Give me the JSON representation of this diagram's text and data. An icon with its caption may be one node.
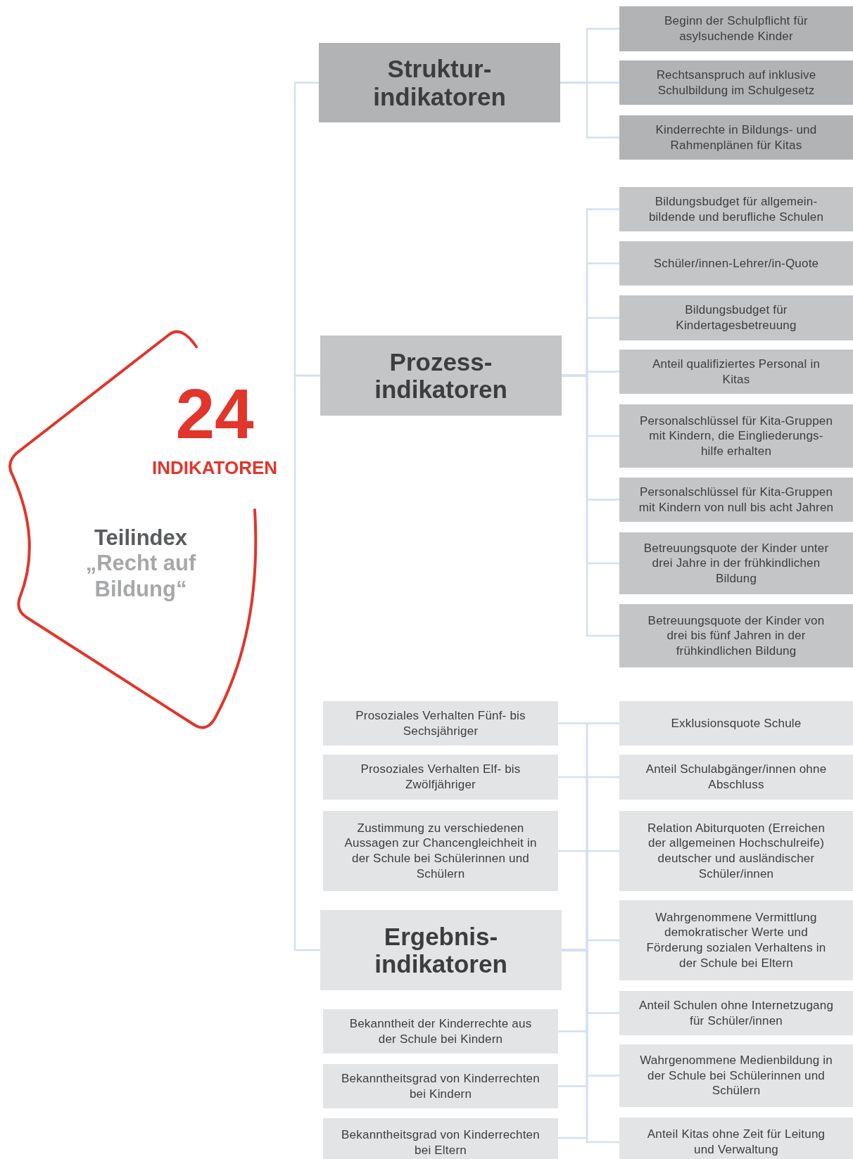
{
  "diagram": {
    "nodes": [
      {
        "text": [
          "24",
          "INDIKATOREN",
          "Teilindex",
          "„Recht auf Bildung“"
        ]
      },
      {
        "text": [
          "Struktur- indikatoren"
        ]
      },
      {
        "text": [
          "Beginn der Schulpflicht für asylsuchende Kinder"
        ]
      },
      {
        "text": [
          "Rechtsanspruch auf inklusive Schulbildung im Schulgesetz"
        ]
      },
      {
        "text": [
          "Kinderrechte in Bildungs- und Rahmenplänen für Kitas"
        ]
      },
      {
        "text": [
          "Prozess- indikatoren"
        ]
      },
      {
        "text": [
          "Bildungsbudget für allgemein- bildende und berufliche Schulen"
        ]
      },
      {
        "text": [
          "Schüler/innen-Lehrer/in-Quote"
        ]
      },
      {
        "text": [
          "Bildungsbudget für Kindertagesbetreuung"
        ]
      },
      {
        "text": [
          "Anteil qualifiziertes Personal in Kitas"
        ]
      },
      {
        "text": [
          "Personalschlüssel für Kita-Gruppen mit Kindern, die Eingliederungs- hilfe erhalten"
        ]
      },
      {
        "text": [
          "Personalschlüssel für Kita-Gruppen mit Kindern von null bis acht Jahren"
        ]
      },
      {
        "text": [
          "Betreuungsquote der Kinder unter drei Jahre in der frühkindlichen Bildung"
        ]
      },
      {
        "text": [
          "Betreuungsquote der Kinder von drei bis fünf Jahren in der frühkindlichen Bildung"
        ]
      },
      {
        "text": [
          "Ergebnis- indikatoren"
        ]
      },
      {
        "text": [
          "Prosoziales Verhalten Fünf- bis Sechsjähriger"
        ]
      },
      {
        "text": [
          "Prosoziales Verhalten Elf- bis Zwölfjähriger"
        ]
      },
      {
        "text": [
          "Zustimmung zu verschiedenen Aussagen zur Chancengleichheit in der Schule bei Schülerinnen und Schülern"
        ]
      },
      {
        "text": [
          "Bekanntheit der Kinderrechte aus der Schule bei Kindern"
        ]
      },
      {
        "text": [
          "Bekanntheitsgrad von Kinderrechten bei Kindern"
        ]
      },
      {
        "text": [
          "Bekanntheitsgrad von Kinderrechten bei Eltern"
        ]
      },
      {
        "text": [
          "Exklusionsquote Schule"
        ]
      },
      {
        "text": [
          "Anteil Schulabgänger/innen ohne Abschluss"
        ]
      },
      {
        "text": [
          "Relation Abiturquoten (Erreichen der allgemeinen Hochschulreife) deutscher und ausländischer Schüler/innen"
        ]
      },
      {
        "text": [
          "Wahrgenommene Vermittlung demokratischer Werte und Förderung sozialen Verhaltens in der Schule bei Eltern"
        ]
      },
      {
        "text": [
          "Anteil Schulen ohne Internetzugang für Schüler/innen"
        ]
      },
      {
        "text": [
          "Wahrgenommene Medienbildung in der Schule bei Schülerinnen und Schülern"
        ]
      },
      {
        "text": [
          "Anteil Kitas ohne Zeit für Leitung und Verwaltung"
        ]
      }
    ],
    "edges": [
      {
        "from": 1,
        "to": 5,
        "arrow": "none"
      },
      {
        "from": 5,
        "to": 14,
        "arrow": "none"
      },
      {
        "from": 1,
        "to": 2,
        "arrow": "none"
      },
      {
        "from": 1,
        "to": 3,
        "arrow": "none"
      },
      {
        "from": 1,
        "to": 4,
        "arrow": "none"
      },
      {
        "from": 5,
        "to": 6,
        "arrow": "none"
      },
      {
        "from": 5,
        "to": 7,
        "arrow": "none"
      },
      {
        "from": 5,
        "to": 8,
        "arrow": "none"
      },
      {
        "from": 5,
        "to": 9,
        "arrow": "none"
      },
      {
        "from": 5,
        "to": 10,
        "arrow": "none"
      },
      {
        "from": 5,
        "to": 11,
        "arrow": "none"
      },
      {
        "from": 5,
        "to": 12,
        "arrow": "none"
      },
      {
        "from": 5,
        "to": 13,
        "arrow": "none"
      },
      {
        "from": 14,
        "to": 15,
        "arrow": "none"
      },
      {
        "from": 14,
        "to": 16,
        "arrow": "none"
      },
      {
        "from": 14,
        "to": 17,
        "arrow": "none"
      },
      {
        "from": 14,
        "to": 18,
        "arrow": "none"
      },
      {
        "from": 14,
        "to": 19,
        "arrow": "none"
      },
      {
        "from": 14,
        "to": 20,
        "arrow": "none"
      },
      {
        "from": 14,
        "to": 21,
        "arrow": "none"
      },
      {
        "from": 14,
        "to": 22,
        "arrow": "none"
      },
      {
        "from": 14,
        "to": 23,
        "arrow": "none"
      },
      {
        "from": 14,
        "to": 24,
        "arrow": "none"
      },
      {
        "from": 14,
        "to": 25,
        "arrow": "none"
      },
      {
        "from": 14,
        "to": 26,
        "arrow": "none"
      },
      {
        "from": 14,
        "to": 27,
        "arrow": "none"
      }
    ]
  }
}
